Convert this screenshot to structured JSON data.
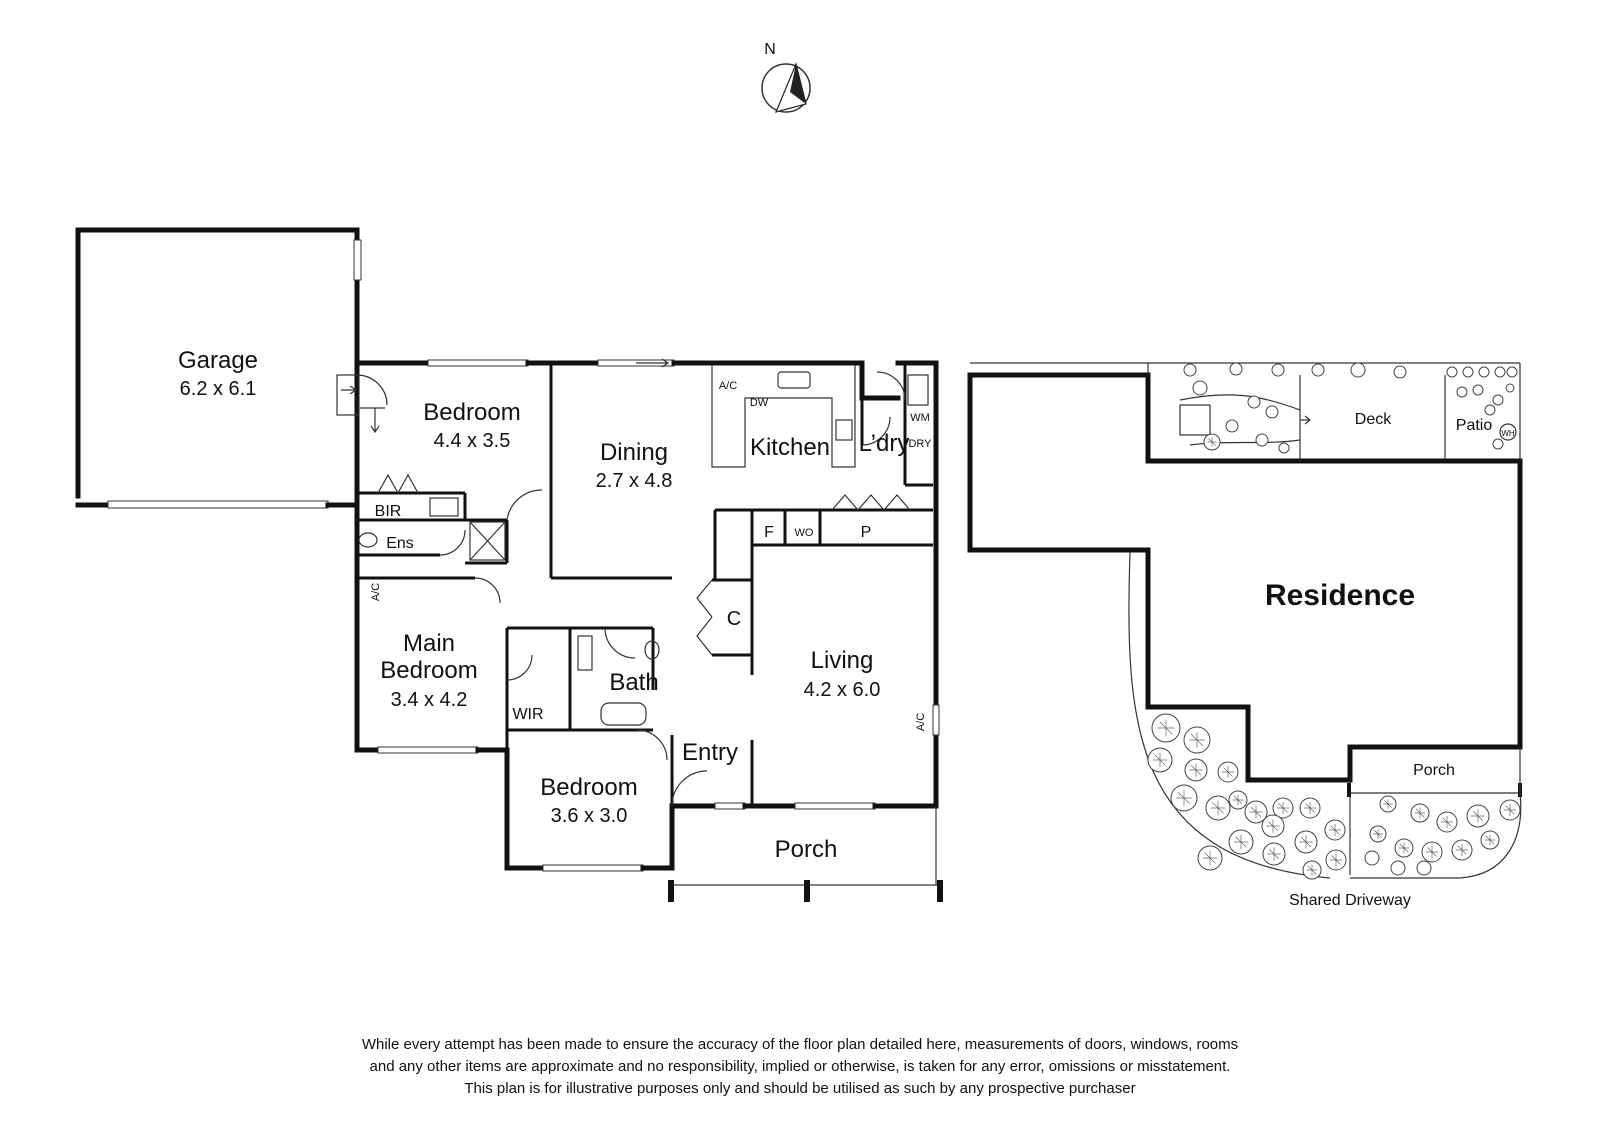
{
  "compass": {
    "north_label": "N"
  },
  "rooms": {
    "garage": {
      "name": "Garage",
      "size": "6.2 x 6.1"
    },
    "bedroom1": {
      "name": "Bedroom",
      "size": "4.4 x 3.5"
    },
    "dining": {
      "name": "Dining",
      "size": "2.7 x 4.8"
    },
    "kitchen": {
      "name": "Kitchen"
    },
    "laundry": {
      "name": "L’dry"
    },
    "main_bedroom": {
      "name_line1": "Main",
      "name_line2": "Bedroom",
      "size": "3.4 x 4.2"
    },
    "living": {
      "name": "Living",
      "size": "4.2 x 6.0"
    },
    "bedroom2": {
      "name": "Bedroom",
      "size": "3.6 x 3.0"
    },
    "bath": {
      "name": "Bath"
    },
    "entry": {
      "name": "Entry"
    },
    "porch": {
      "name": "Porch"
    }
  },
  "fixtures": {
    "bir": "BIR",
    "ens": "Ens",
    "wir": "WIR",
    "f": "F",
    "wo": "WO",
    "p": "P",
    "c": "C",
    "ac1": "A/C",
    "ac2": "A/C",
    "ac3": "A/C",
    "dw": "DW",
    "wm": "WM",
    "dry": "DRY",
    "wh": "WH"
  },
  "site_plan": {
    "residence": "Residence",
    "deck": "Deck",
    "patio": "Patio",
    "porch": "Porch",
    "driveway": "Shared Driveway"
  },
  "disclaimer": [
    "While every attempt has been made to ensure the accuracy of the floor plan detailed here, measurements of doors, windows, rooms",
    "and any other items are approximate and no responsibility, implied or otherwise, is taken for any error, omissions or misstatement.",
    "This plan is for illustrative purposes only and should be utilised as such by any prospective purchaser"
  ]
}
